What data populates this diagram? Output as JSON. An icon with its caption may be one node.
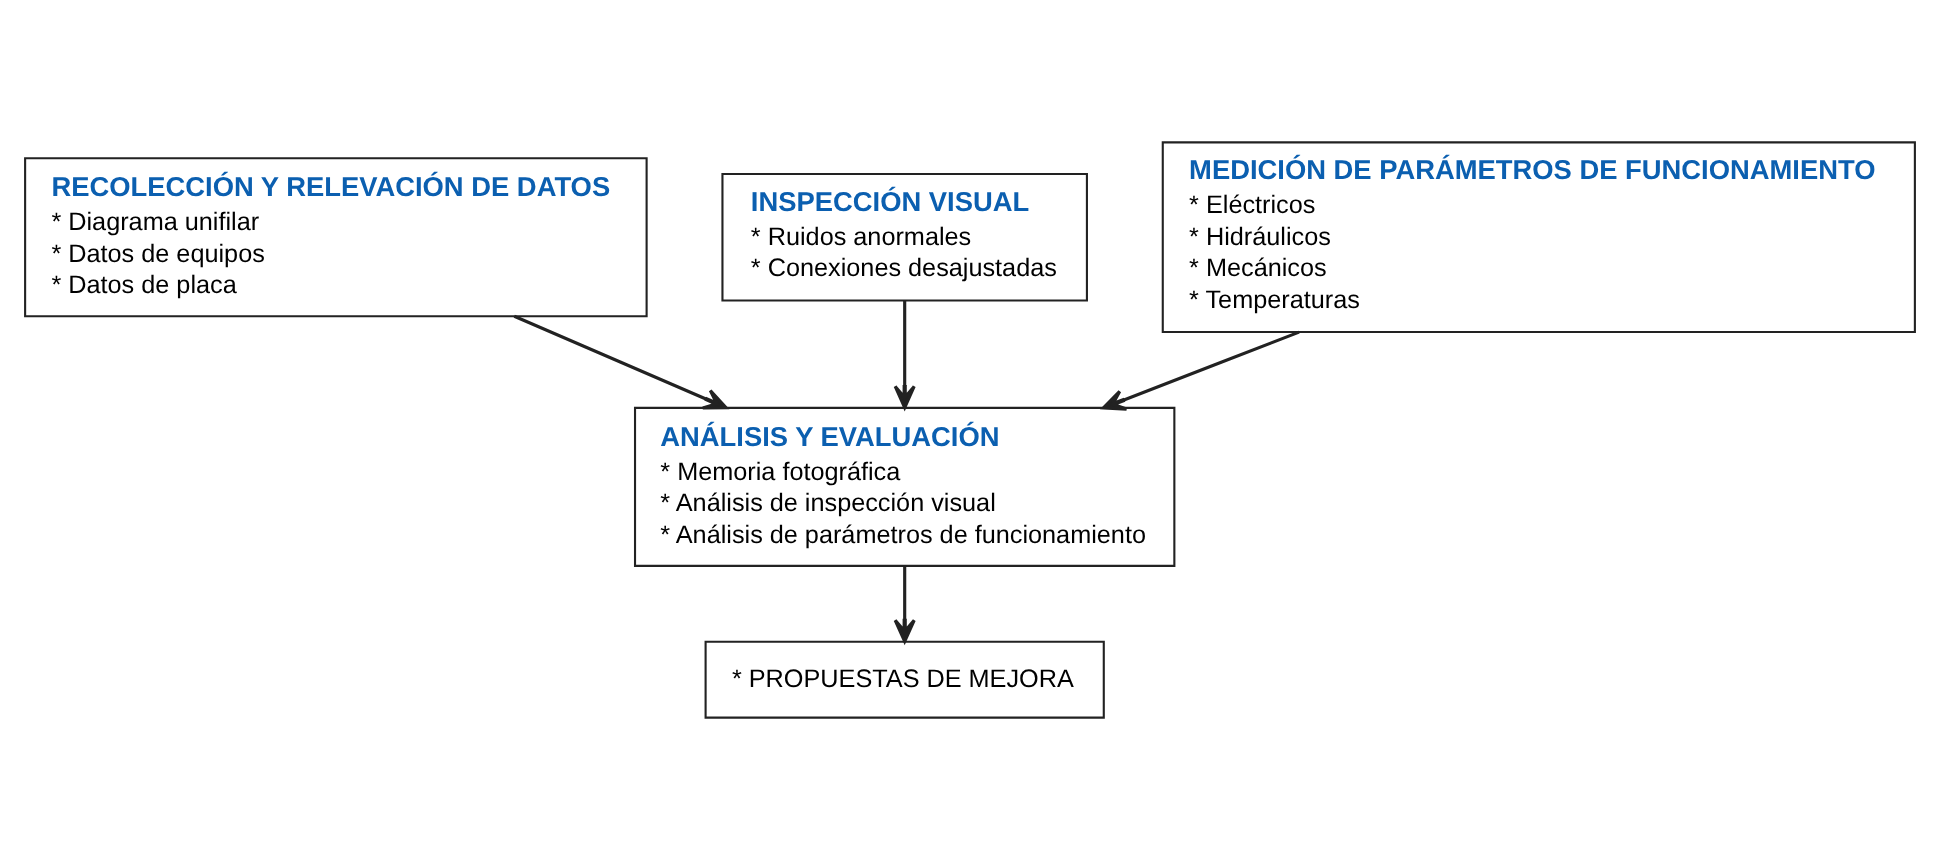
{
  "diagram": {
    "nodes": [
      {
        "text": [
          "RECOLECCIÓN Y RELEVACIÓN DE DATOS",
          "* Diagrama unifilar",
          "* Datos de equipos",
          "* Datos de placa"
        ]
      },
      {
        "text": [
          "INSPECCIÓN VISUAL",
          "* Ruidos anormales",
          "* Conexiones desajustadas"
        ]
      },
      {
        "text": [
          "MEDICIÓN DE PARÁMETROS DE FUNCIONAMIENTO",
          "* Eléctricos",
          "* Hidráulicos",
          "* Mecánicos",
          "* Temperaturas"
        ]
      },
      {
        "text": [
          "ANÁLISIS Y EVALUACIÓN",
          "* Memoria fotográfica",
          "* Análisis de inspección visual",
          "* Análisis de parámetros de funcionamiento"
        ]
      },
      {
        "text": [
          "* PROPUESTAS DE MEJORA"
        ]
      }
    ],
    "edges": [
      {
        "from": 0,
        "to": 3,
        "arrow": "to"
      },
      {
        "from": 1,
        "to": 3,
        "arrow": "to"
      },
      {
        "from": 2,
        "to": 3,
        "arrow": "to"
      },
      {
        "from": 3,
        "to": 4,
        "arrow": "to"
      }
    ]
  }
}
